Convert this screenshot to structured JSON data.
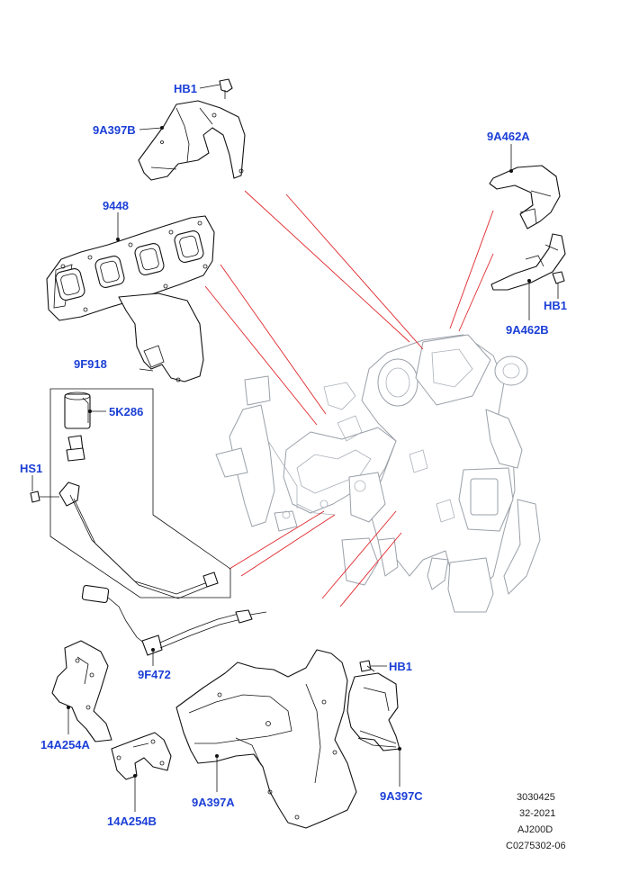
{
  "labels": {
    "hb1_top": "HB1",
    "l9a397b": "9A397B",
    "l9448": "9448",
    "l9a462a": "9A462A",
    "hb1_right": "HB1",
    "l9a462b": "9A462B",
    "l9f918": "9F918",
    "l5k286": "5K286",
    "hs1": "HS1",
    "l9f472": "9F472",
    "hb1_bottom": "HB1",
    "l14a254a": "14A254A",
    "l14a254b": "14A254B",
    "l9a397a": "9A397A",
    "l9a397c": "9A397C"
  },
  "reference": {
    "line1": "3030425",
    "line2": "32-2021",
    "line3": "AJ200D",
    "line4": "C0275302-06"
  },
  "colors": {
    "callout": "#1b3fd6",
    "connector": "#e0262a",
    "engine_outline": "#9aa0a8"
  }
}
